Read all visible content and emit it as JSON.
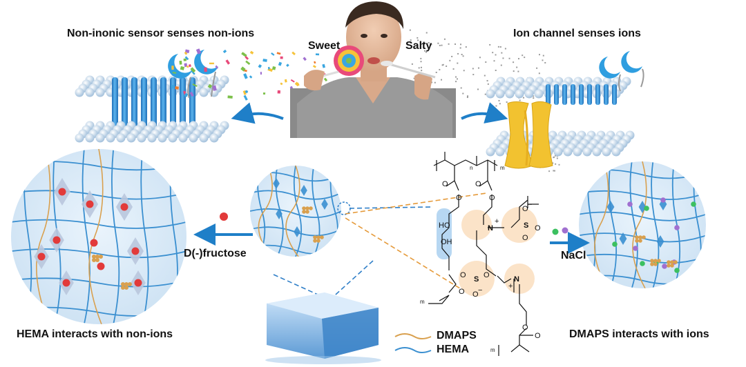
{
  "titles": {
    "left_top": "Non-inonic sensor senses non-ions",
    "right_top": "Ion channel senses ions",
    "left_bottom": "HEMA interacts with non-ions",
    "right_bottom": "DMAPS interacts with ions"
  },
  "taste_labels": {
    "sweet": "Sweet",
    "salty": "Salty"
  },
  "stimuli": {
    "non_ion": "D(-)fructose",
    "ion": "NaCl"
  },
  "legend": [
    {
      "label": "DMAPS",
      "color": "#d9a04e"
    },
    {
      "label": "HEMA",
      "color": "#3a8fd0"
    }
  ],
  "chemistry": {
    "atoms": {
      "o": "O",
      "ho": "HO",
      "oh": "OH",
      "n": "N",
      "s": "S",
      "plus": "+",
      "minus": "−",
      "sub_n": "n",
      "sub_m": "m"
    }
  },
  "colors": {
    "membrane_blue": "#2f8fd6",
    "sphere": "#cfe0f0",
    "channel_yellow": "#f2c230",
    "circle_fill": "#dcecf8",
    "arrow_blue": "#1f7fc8",
    "dashed_blue": "#2f7fc8",
    "dashed_orange": "#e59a3a",
    "fructose_red": "#e23a3a",
    "ion_green": "#3cc060",
    "ion_purple": "#a070d0",
    "dmaps_gold": "#d9a04e"
  }
}
